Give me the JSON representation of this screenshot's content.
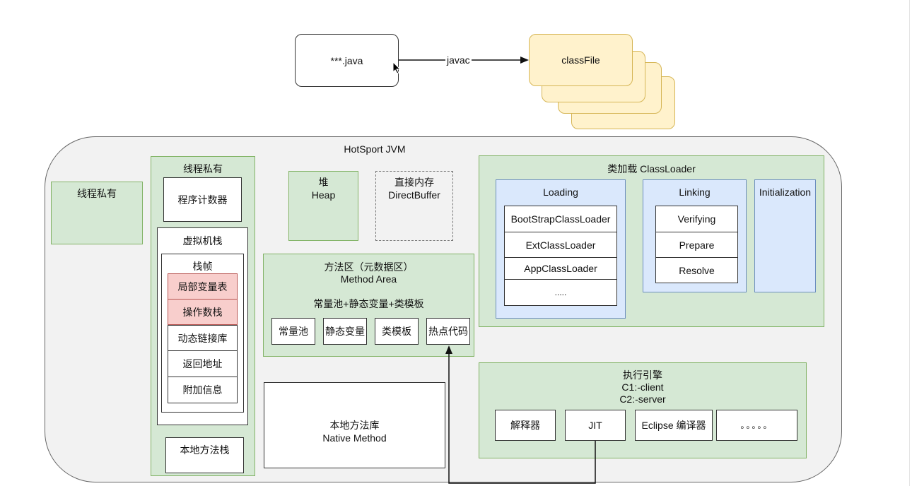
{
  "source_flow": {
    "java_file": "***.java",
    "compiler_label": "javac",
    "class_file": "classFile"
  },
  "jvm": {
    "title": "HotSport JVM",
    "thread_private_left": "线程私有",
    "thread_private": {
      "title": "线程私有",
      "program_counter": "程序计数器",
      "vm_stack": {
        "title": "虚拟机栈",
        "frame": {
          "title": "栈帧",
          "items": [
            "局部变量表",
            "操作数栈",
            "动态链接库",
            "返回地址",
            "附加信息"
          ]
        }
      },
      "native_stack": "本地方法栈"
    },
    "heap": {
      "line1": "堆",
      "line2": "Heap"
    },
    "direct_memory": {
      "line1": "直接内存",
      "line2": "DirectBuffer"
    },
    "method_area": {
      "line1": "方法区（元数据区）",
      "line2": "Method Area",
      "summary": "常量池+静态变量+类模板",
      "items": [
        "常量池",
        "静态变量",
        "类模板",
        "热点代码"
      ]
    },
    "native_library": {
      "line1": "本地方法库",
      "line2": "Native Method"
    },
    "class_loader": {
      "title": "类加载 ClassLoader",
      "loading": {
        "title": "Loading",
        "items": [
          "BootStrapClassLoader",
          "ExtClassLoader",
          "AppClassLoader",
          "....."
        ]
      },
      "linking": {
        "title": "Linking",
        "items": [
          "Verifying",
          "Prepare",
          "Resolve"
        ]
      },
      "initialization": {
        "title": "Initialization"
      }
    },
    "execution_engine": {
      "line1": "执行引擎",
      "line2": "C1:-client",
      "line3": "C2:-server",
      "items": [
        "解释器",
        "JIT",
        "Eclipse 编译器",
        "。。。。。"
      ]
    }
  },
  "colors": {
    "green_fill": "#d5e8d4",
    "green_border": "#82b366",
    "blue_fill": "#dae8fc",
    "blue_border": "#6c8ebf",
    "red_fill": "#f8cecc",
    "red_border": "#b85450",
    "yellow_fill": "#fff2cc",
    "yellow_border": "#d6b656",
    "container_fill": "#f2f2f2"
  }
}
